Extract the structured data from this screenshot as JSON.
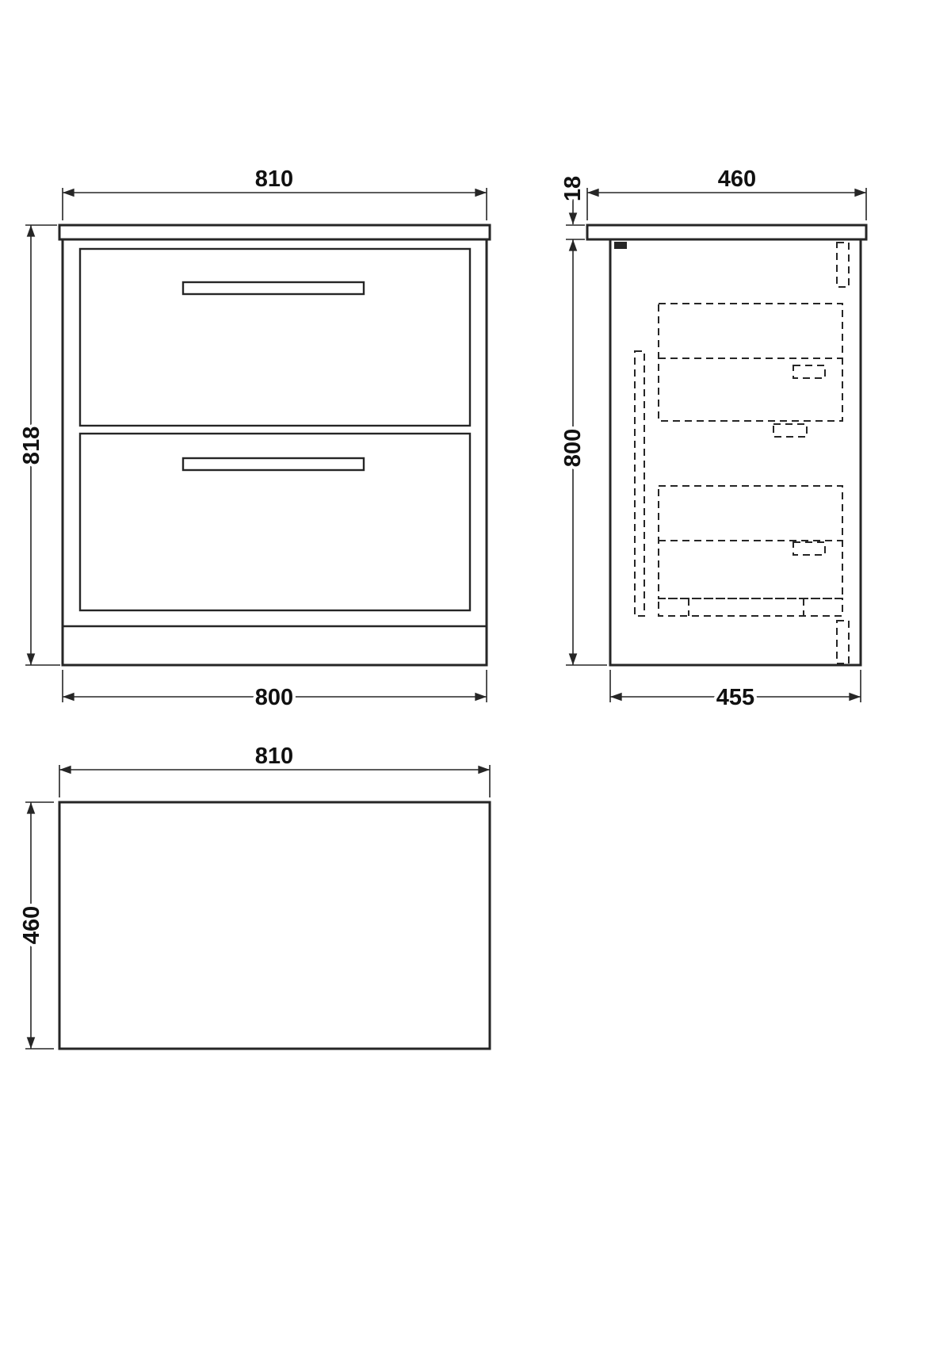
{
  "page": {
    "background": "#ffffff",
    "line_color": "#262626"
  },
  "views": {
    "front": {
      "dims": {
        "top_width": "810",
        "height": "818",
        "bottom_width": "800"
      }
    },
    "side": {
      "dims": {
        "counter_thickness": "18",
        "top_depth": "460",
        "height": "800",
        "bottom_depth": "455"
      }
    },
    "plan": {
      "dims": {
        "width": "810",
        "depth": "460"
      }
    }
  }
}
